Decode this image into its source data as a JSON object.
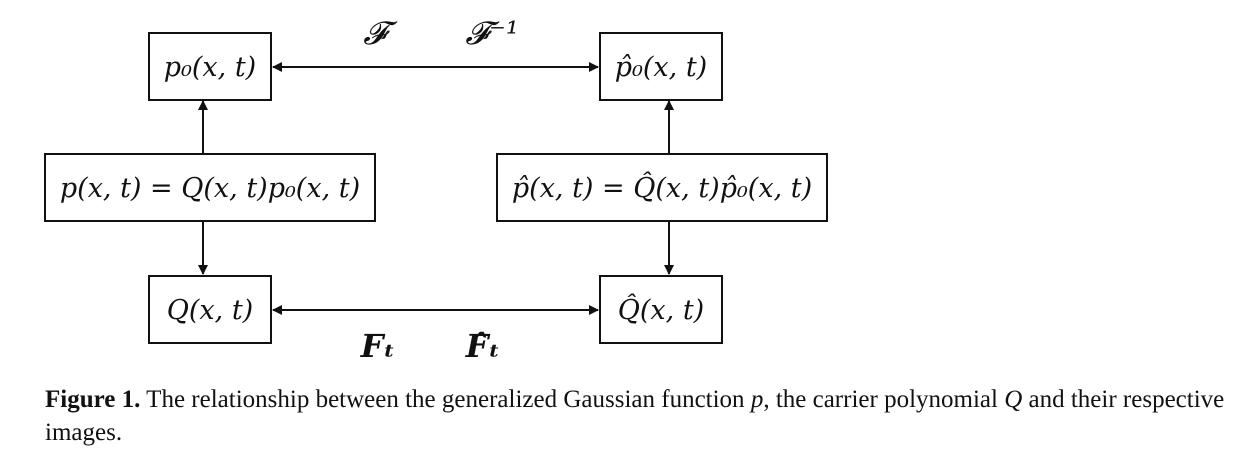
{
  "diagram": {
    "nodes": {
      "p0": "p₀(x, t)",
      "p0_hat": "p̂₀(x, t)",
      "p_eq": "p(x, t) = Q(x, t)p₀(x, t)",
      "p_hat_eq": "p̂(x, t) = Q̂(x, t)p̂₀(x, t)",
      "Q": "Q(x, t)",
      "Q_hat": "Q̂(x, t)"
    },
    "edge_labels": {
      "top_forward": "𝓕",
      "top_inverse": "𝓕⁻¹",
      "bottom_forward": "𝑭ₜ",
      "bottom_hat": "𝑭̂ₜ"
    }
  },
  "caption": {
    "label": "Figure 1.",
    "text_1": " The relationship between the generalized Gaussian function ",
    "var_p": "p",
    "text_2": ", the carrier polynomial ",
    "var_Q": "Q",
    "text_3": " and their respective images."
  }
}
